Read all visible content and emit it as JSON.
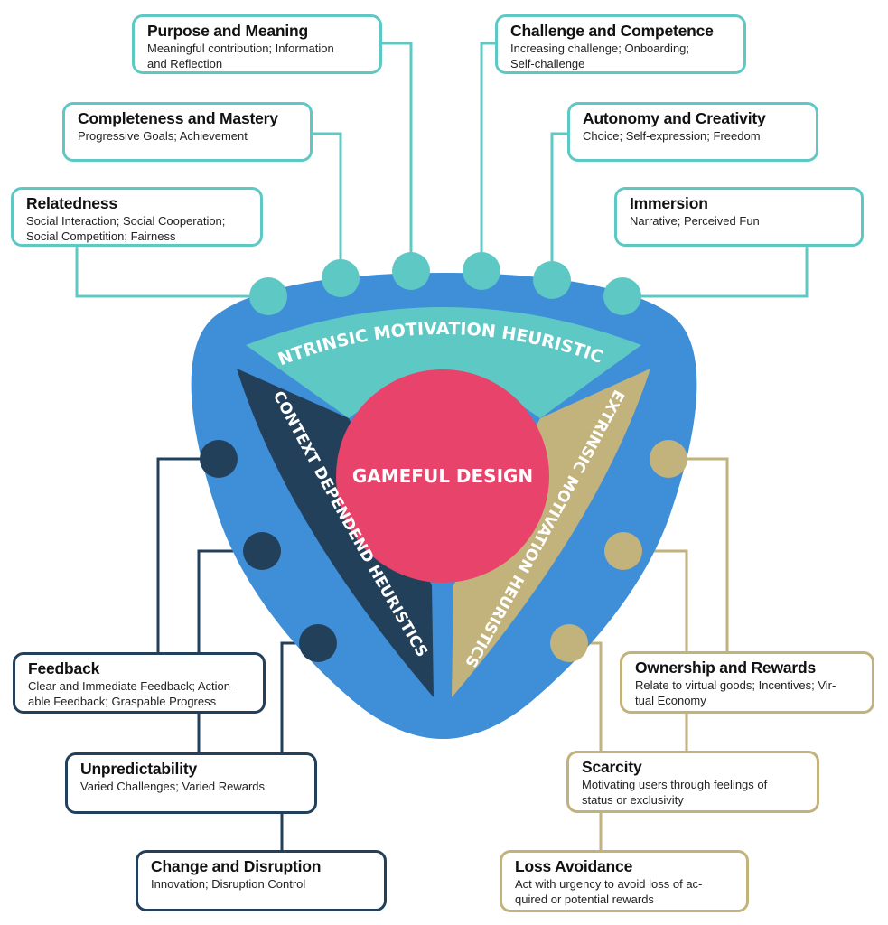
{
  "center": {
    "label": "GAMEFUL DESIGN"
  },
  "sections": {
    "intrinsic": {
      "label": "INTRINSIC MOTIVATION HEURISTICS",
      "color": "#5ec8c4"
    },
    "context": {
      "label": "CONTEXT DEPENDEND HEURISTICS",
      "color": "#23405a"
    },
    "extrinsic": {
      "label": "EXTRINSIC MOTIVATION HEURISTICS",
      "color": "#c2b27c"
    }
  },
  "colors": {
    "outer_shape": "#3f8ed8",
    "center_circle": "#e8436a"
  },
  "intrinsic_items": [
    {
      "title": "Purpose and Meaning",
      "desc": "Meaningful contribution; Information\nand Reflection"
    },
    {
      "title": "Challenge and Competence",
      "desc": "Increasing challenge; Onboarding;\nSelf-challenge"
    },
    {
      "title": "Completeness and Mastery",
      "desc": "Progressive Goals; Achievement"
    },
    {
      "title": "Autonomy and Creativity",
      "desc": "Choice; Self-expression; Freedom"
    },
    {
      "title": "Relatedness",
      "desc": "Social Interaction; Social Cooperation;\nSocial Competition; Fairness"
    },
    {
      "title": "Immersion",
      "desc": "Narrative; Perceived Fun"
    }
  ],
  "context_items": [
    {
      "title": "Feedback",
      "desc": "Clear and Immediate Feedback; Action-\nable Feedback; Graspable Progress"
    },
    {
      "title": "Unpredictability",
      "desc": "Varied Challenges; Varied Rewards"
    },
    {
      "title": "Change and Disruption",
      "desc": "Innovation; Disruption Control"
    }
  ],
  "extrinsic_items": [
    {
      "title": "Ownership and Rewards",
      "desc": "Relate to virtual goods; Incentives; Vir-\ntual Economy"
    },
    {
      "title": "Scarcity",
      "desc": "Motivating users through feelings of\nstatus or exclusivity"
    },
    {
      "title": "Loss Avoidance",
      "desc": "Act with urgency to avoid loss of ac-\nquired or potential rewards"
    }
  ]
}
